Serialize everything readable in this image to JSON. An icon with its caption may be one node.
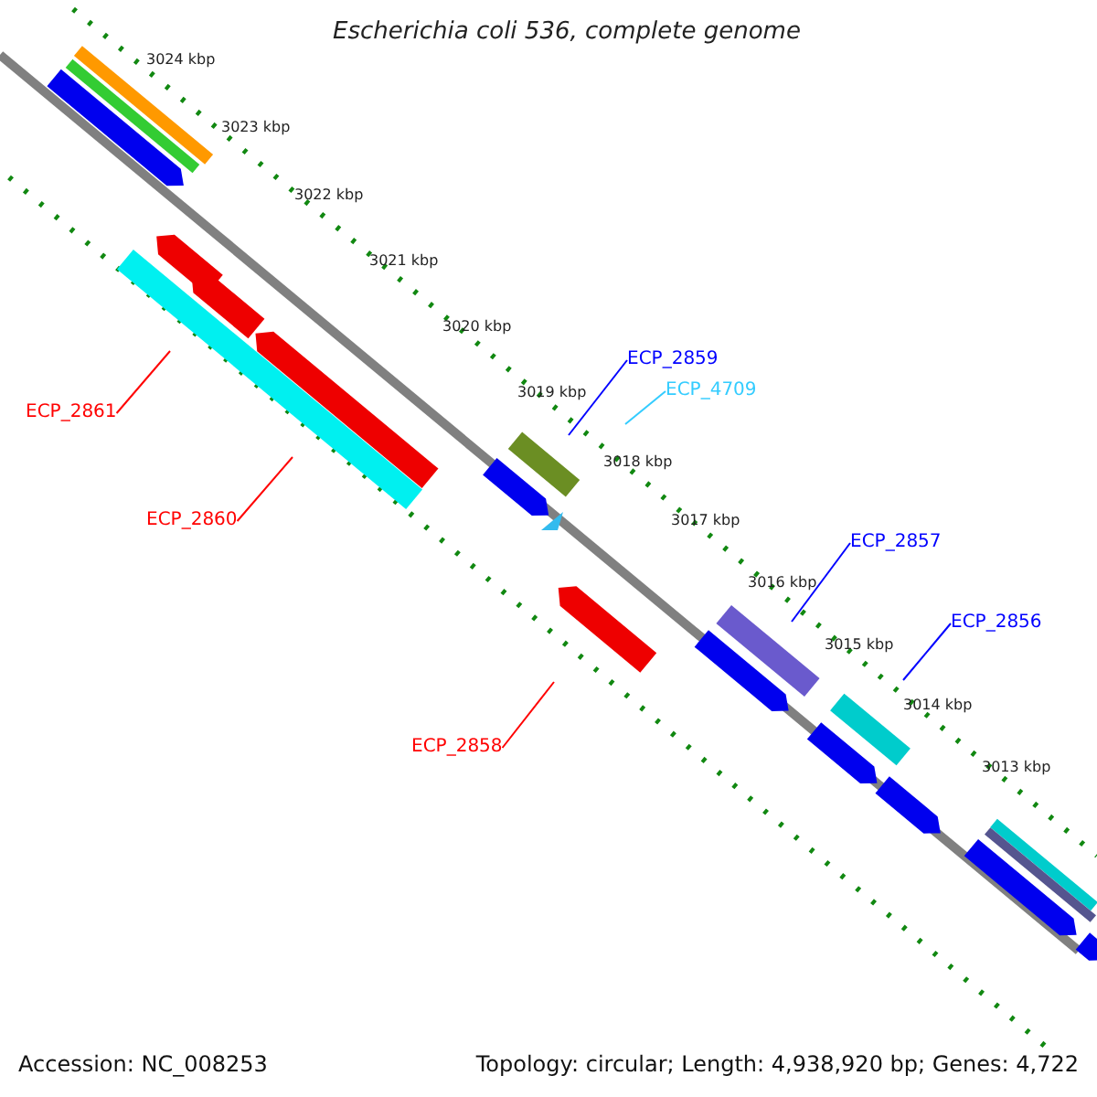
{
  "diagram": {
    "title": "Escherichia coli 536, complete genome",
    "nodes": [
      {
        "text": [
          "ECP_2861"
        ]
      },
      {
        "text": [
          "ECP_2860"
        ]
      },
      {
        "text": [
          "ECP_2858"
        ]
      },
      {
        "text": [
          "ECP_2859"
        ]
      },
      {
        "text": [
          "ECP_4709"
        ]
      },
      {
        "text": [
          "ECP_2857"
        ]
      },
      {
        "text": [
          "ECP_2856"
        ]
      }
    ],
    "edges": [
      {
        "from": 0,
        "to": null,
        "arrow": "none",
        "color": "#ff0000"
      },
      {
        "from": 1,
        "to": null,
        "arrow": "none",
        "color": "#ff0000"
      },
      {
        "from": 2,
        "to": null,
        "arrow": "none",
        "color": "#ff0000"
      },
      {
        "from": 3,
        "to": null,
        "arrow": "none",
        "color": "#0000ff"
      },
      {
        "from": 4,
        "to": null,
        "arrow": "none",
        "color": "#33ccff"
      },
      {
        "from": 5,
        "to": null,
        "arrow": "none",
        "color": "#0000ff"
      },
      {
        "from": 6,
        "to": null,
        "arrow": "none",
        "color": "#0000ff"
      }
    ],
    "labels": [
      "3024 kbp",
      "3023 kbp",
      "3022 kbp",
      "3021 kbp",
      "3020 kbp",
      "3019 kbp",
      "3018 kbp",
      "3017 kbp",
      "3016 kbp",
      "3015 kbp",
      "3014 kbp",
      "3013 kbp",
      "Accession: NC_008253",
      "Topology: circular; Length: 4,938,920 bp; Genes: 4,722"
    ]
  }
}
